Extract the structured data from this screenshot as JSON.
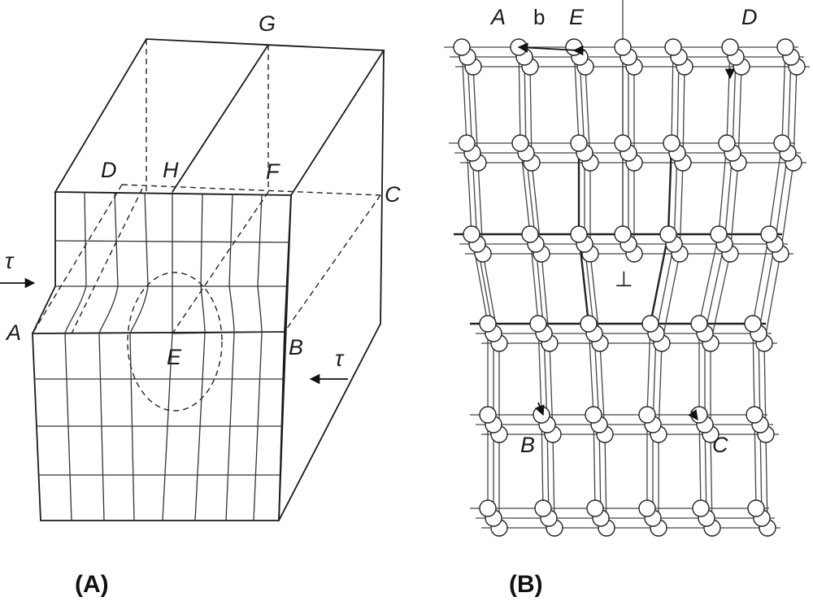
{
  "panel_a": {
    "caption": "(A)",
    "labels": {
      "G": "G",
      "D": "D",
      "H": "H",
      "F": "F",
      "C": "C",
      "A": "A",
      "B": "B",
      "E": "E",
      "tau_left": "τ",
      "tau_right": "τ"
    }
  },
  "panel_b": {
    "caption": "(B)",
    "labels": {
      "A": "A",
      "b": "b",
      "E": "E",
      "D": "D",
      "B": "B",
      "C": "C",
      "dislocation_symbol": "⊥"
    }
  }
}
